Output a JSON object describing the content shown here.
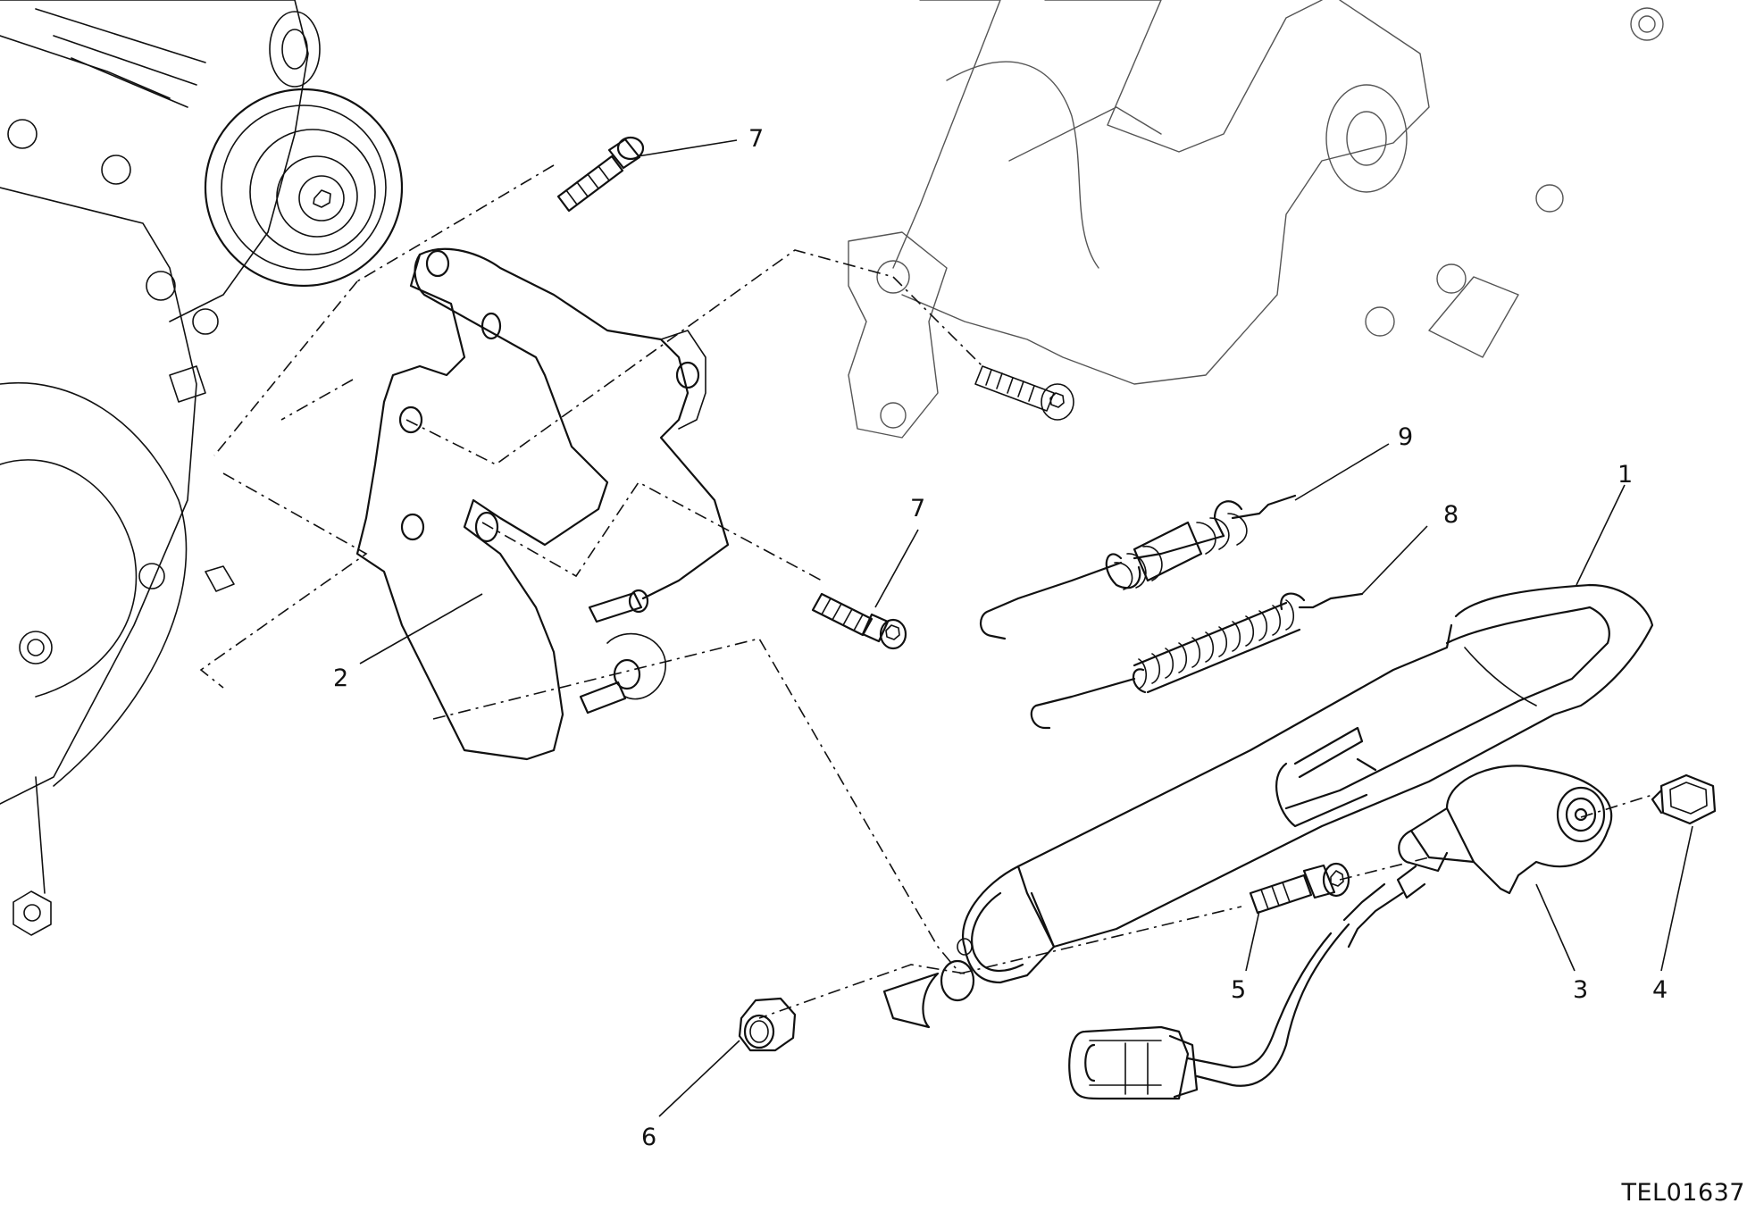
{
  "callouts": {
    "c1": "1",
    "c2": "2",
    "c3": "3",
    "c4": "4",
    "c5": "5",
    "c6": "6",
    "c7a": "7",
    "c7b": "7",
    "c8": "8",
    "c9": "9"
  },
  "drawing_ref": "TEL01637"
}
